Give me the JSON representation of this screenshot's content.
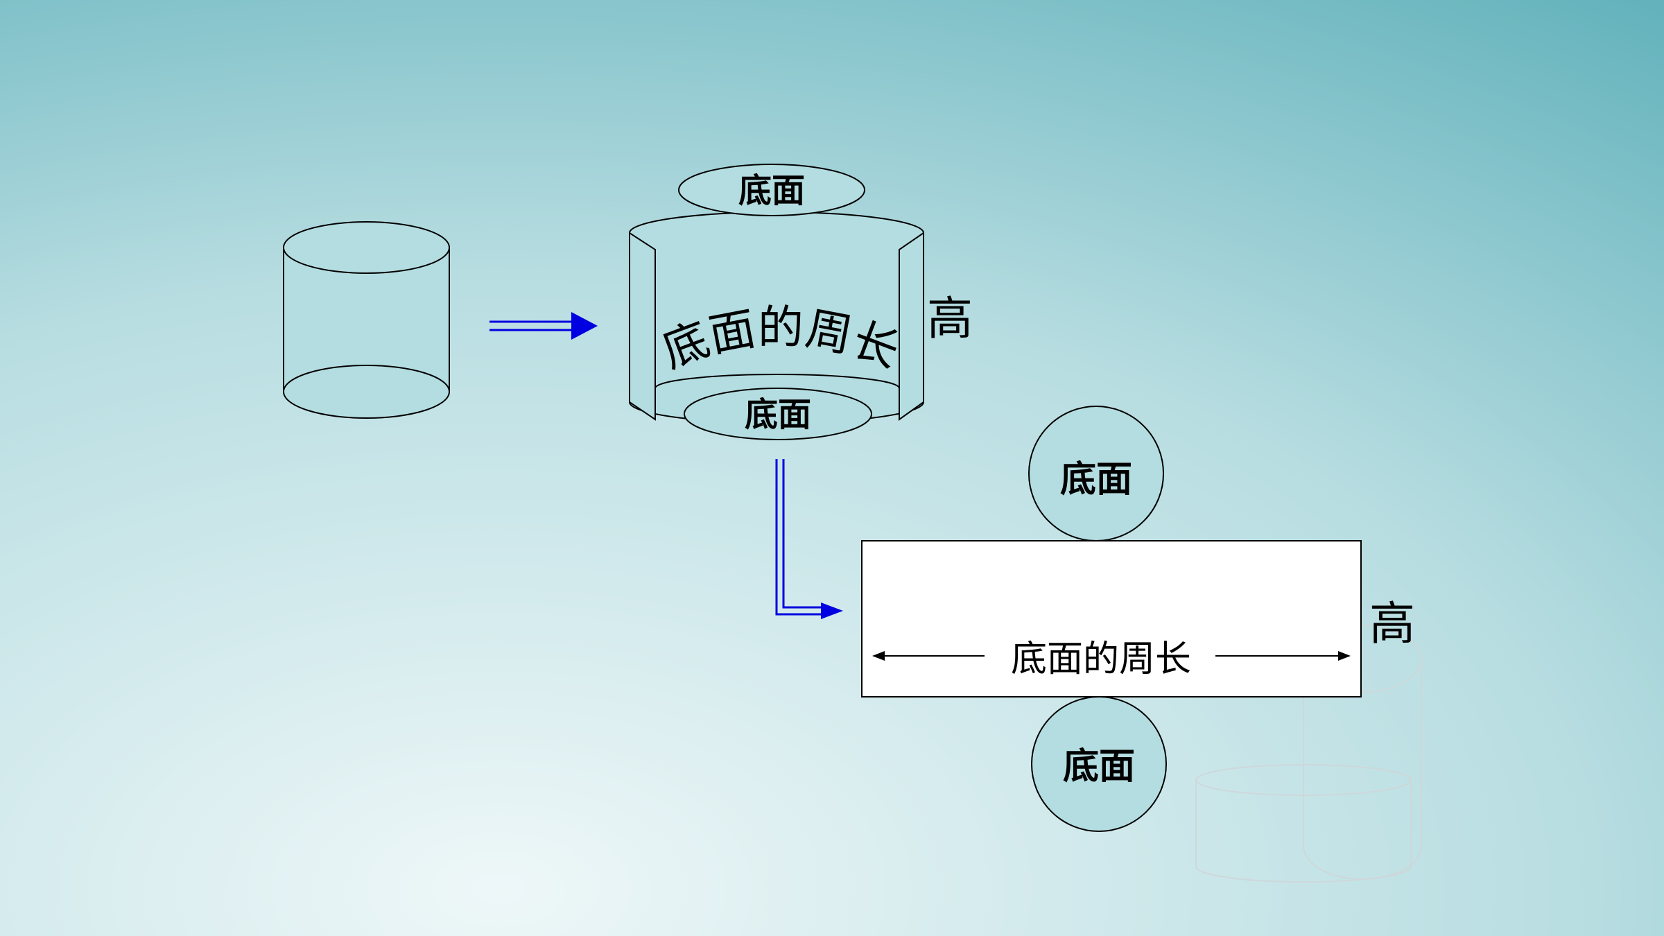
{
  "diagram": {
    "top_base_label": "底面",
    "curved_side_label": "底面的周长",
    "side_height_label": "高",
    "bottom_base_label": "底面",
    "net_top_circle_label": "底面",
    "net_circumference_label": "底面的周长",
    "net_height_label": "高",
    "net_bottom_circle_label": "底面"
  },
  "colors": {
    "background_center": "#e8f4f5",
    "background_edge": "#5fb0ba",
    "arrow": "#0000e0",
    "stroke": "#000000",
    "shape_fill": "#b4dde1",
    "net_fill": "#ffffff",
    "decoration": "#d0d6d8"
  },
  "icons": {
    "right_arrow": "double-line-right-arrow-icon",
    "elbow_arrow": "double-line-elbow-arrow-icon"
  }
}
